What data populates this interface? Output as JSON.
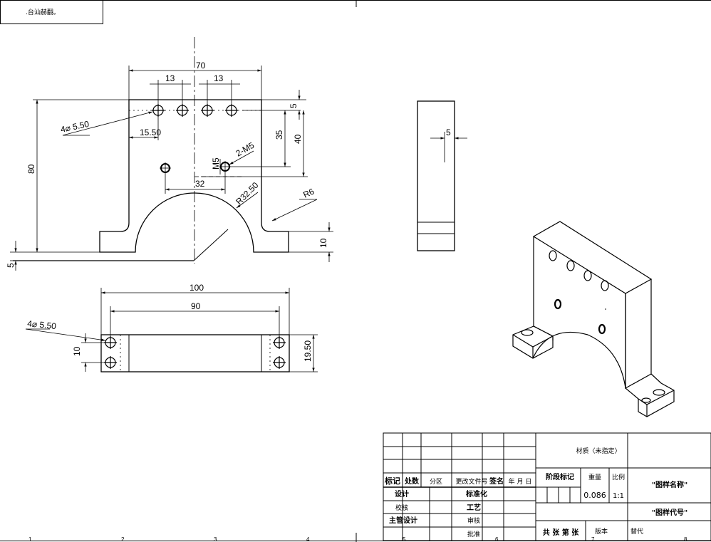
{
  "sheet": {
    "stamp": ".台汕赫翻。"
  },
  "front_view": {
    "dim_width": "70",
    "dim_hole_pitch_left": "13",
    "dim_hole_pitch_right": "13",
    "hole_callout": "4⌀ 5.50",
    "dim_hole_offset": "15.50",
    "dim_height_35": "35",
    "dim_height_40": "40",
    "dim_top_5": "5",
    "dim_total_height": "80",
    "thread_callout": "2-M5",
    "dim_m5": "M5",
    "dim_thread_spacing": "32",
    "radius_large": "R32.50",
    "radius_small": "R6",
    "dim_base_10": "10",
    "dim_base_5": "5"
  },
  "top_view": {
    "dim_total_length": "100",
    "dim_hole_spacing": "90",
    "hole_callout": "4⌀ 5.50",
    "dim_hole_pitch": "10",
    "dim_depth": "19.50"
  },
  "side_view": {
    "dim_thickness": "5"
  },
  "title_block": {
    "material": "材质〈未指定〉",
    "drawing_name": "\"图样名称\"",
    "drawing_code": "\"图样代号\"",
    "col_mark": "标记",
    "col_count": "处数",
    "col_zone": "分区",
    "col_doc": "更改文件号",
    "col_sign": "签名",
    "col_date": "年 月 日",
    "stage_mark": "阶段标记",
    "weight_label": "重量",
    "scale_label": "比例",
    "weight_value": "0.086",
    "scale_value": "1:1",
    "design": "设计",
    "standardize": "标准化",
    "check": "校核",
    "process": "工艺",
    "chief_design": "主管设计",
    "review": "审核",
    "approve": "批准",
    "sheets": "共  张  第  张",
    "version": "版本",
    "replace": "替代"
  },
  "zone_numbers": [
    "1",
    "2",
    "3",
    "4",
    "5",
    "6",
    "7",
    "8"
  ]
}
